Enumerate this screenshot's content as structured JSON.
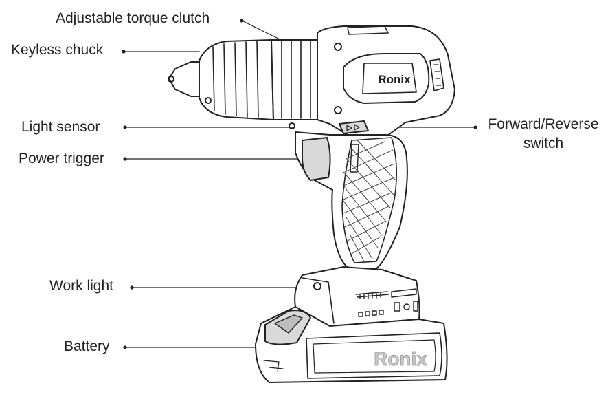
{
  "labels": {
    "clutch": "Adjustable torque clutch",
    "chuck": "Keyless chuck",
    "light_sensor": "Light sensor",
    "trigger": "Power trigger",
    "switch_line1": "Forward/Reverse",
    "switch_line2": "switch",
    "work_light": "Work light",
    "battery": "Battery"
  },
  "brand": {
    "body_logo": "Ronix",
    "battery_logo": "Ronix"
  }
}
